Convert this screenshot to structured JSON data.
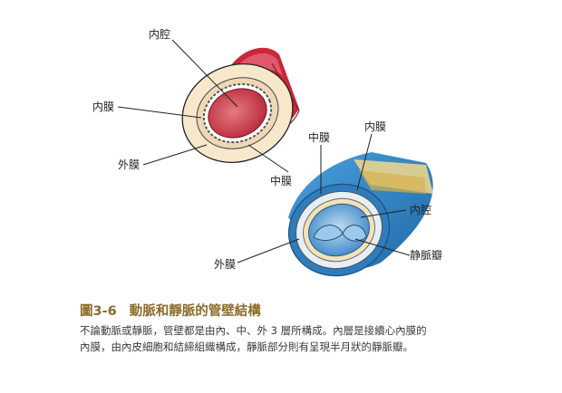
{
  "labels": {
    "artery_lumen": "内腔",
    "artery_intima": "内膜",
    "artery_adventitia": "外膜",
    "artery_media": "中膜",
    "vein_media": "中膜",
    "vein_intima": "内膜",
    "vein_lumen": "内腔",
    "vein_valve": "静脈瓣",
    "vein_adventitia": "外膜"
  },
  "caption": {
    "figure_number": "圖3-6",
    "title": "動脈和靜脈的管壁結構",
    "line1": "不論動脈或靜脈，管壁都是由內、中、外 3 層所構成。內層是接續心內膜的",
    "line2": "內膜，由內皮細胞和結締組織構成，靜脈部分則有呈現半月狀的靜脈瓣。"
  },
  "colors": {
    "artery_outer": "#f6e7c8",
    "artery_red": "#c8283a",
    "artery_lumen": "#d4505c",
    "vein_blue": "#2a7fc0",
    "vein_light": "#e3eef6",
    "vein_lumen": "#3c8ccc",
    "caption_title": "#8c6a2a"
  }
}
